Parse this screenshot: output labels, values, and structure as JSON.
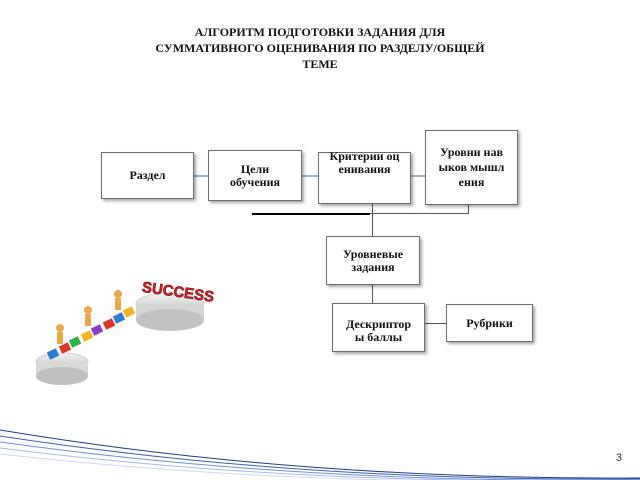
{
  "title": {
    "line1": "АЛГОРИТМ ПОДГОТОВКИ ЗАДАНИЯ ДЛЯ",
    "line2": "СУММАТИВНОГО ОЦЕНИВАНИЯ ПО РАЗДЕЛУ/ОБЩЕЙ",
    "line3": "ТЕМЕ"
  },
  "nodes": {
    "razdel": "Раздел",
    "celi_line1": "Цели",
    "celi_line2": "обучения",
    "kriterii": "Критерии оценивания",
    "urovni": "Уровни навыков мышления",
    "urovnevye": "Уровневые задания",
    "deskriptory": "Дескрипторы баллы",
    "rubriki": "Рубрики"
  },
  "illustration": {
    "label": "SUCCESS"
  },
  "page_number": "3",
  "colors": {
    "connector": "#9db3d4",
    "border": "#6e6e6e",
    "success_red": "#d0262b"
  }
}
